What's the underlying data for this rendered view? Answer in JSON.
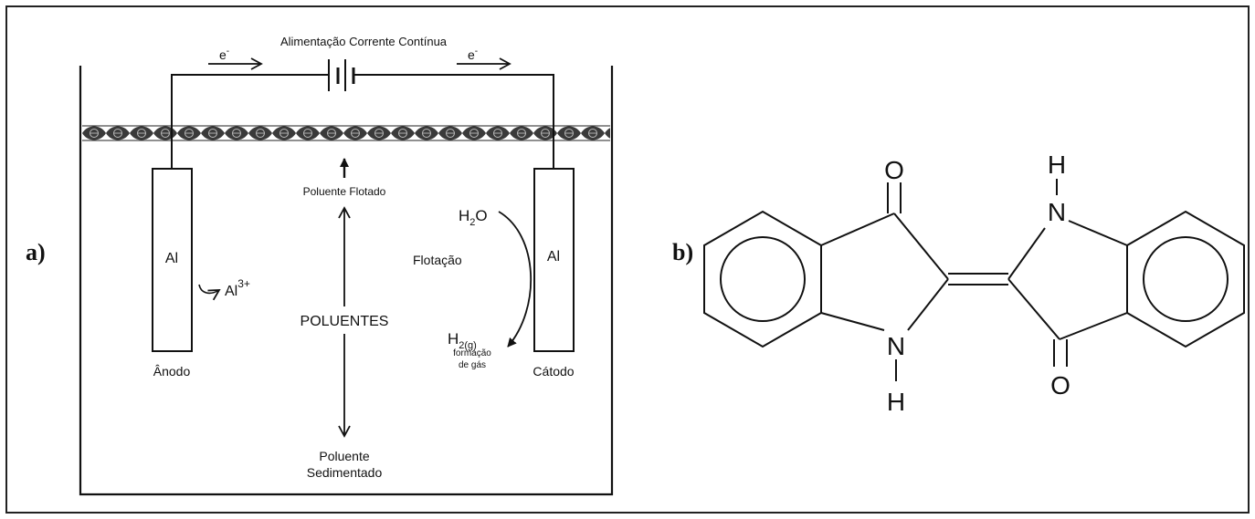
{
  "panel_a": {
    "label": "a)",
    "power_supply": "Alimentação Corrente Contínua",
    "electron_left": "e",
    "electron_right": "e",
    "electron_sup": "-",
    "anode_metal": "Al",
    "cathode_metal": "Al",
    "anode_label": "Ânodo",
    "cathode_label": "Cátodo",
    "ion": "Al",
    "ion_charge": "3+",
    "floated": "Poluente Flotado",
    "pollutants": "POLUENTES",
    "sediment_line1": "Poluente",
    "sediment_line2": "Sedimentado",
    "water_H": "H",
    "water_sub": "2",
    "water_O": "O",
    "flotation": "Flotação",
    "h2_H": "H",
    "h2_sub": "2(g)",
    "gas_line1": "formação",
    "gas_line2": "de gás"
  },
  "panel_b": {
    "label": "b)",
    "atoms": {
      "o_top": "O",
      "o_bottom": "O",
      "n_top": "N",
      "n_bottom": "N",
      "h_top": "H",
      "h_bottom": "H"
    }
  }
}
